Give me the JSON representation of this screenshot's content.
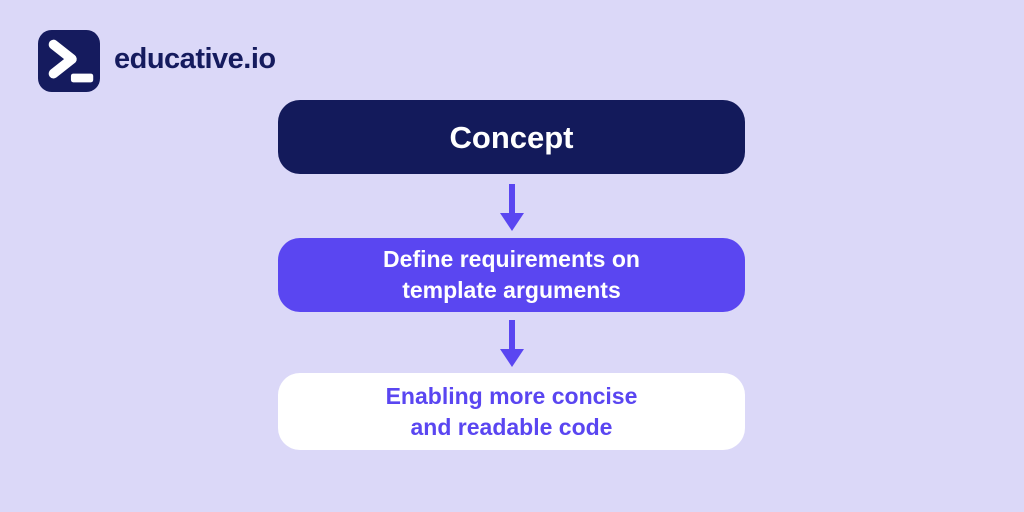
{
  "brand": {
    "name": "educative.io",
    "icon": "terminal-prompt-icon"
  },
  "flow": {
    "node_concept": {
      "label": "Concept"
    },
    "node_define": {
      "label": "Define requirements on\ntemplate arguments"
    },
    "node_enable": {
      "label": "Enabling more concise\nand readable code"
    }
  },
  "colors": {
    "background": "#dbd8f8",
    "navy": "#131a5b",
    "violet": "#5a46f1",
    "white": "#ffffff"
  }
}
